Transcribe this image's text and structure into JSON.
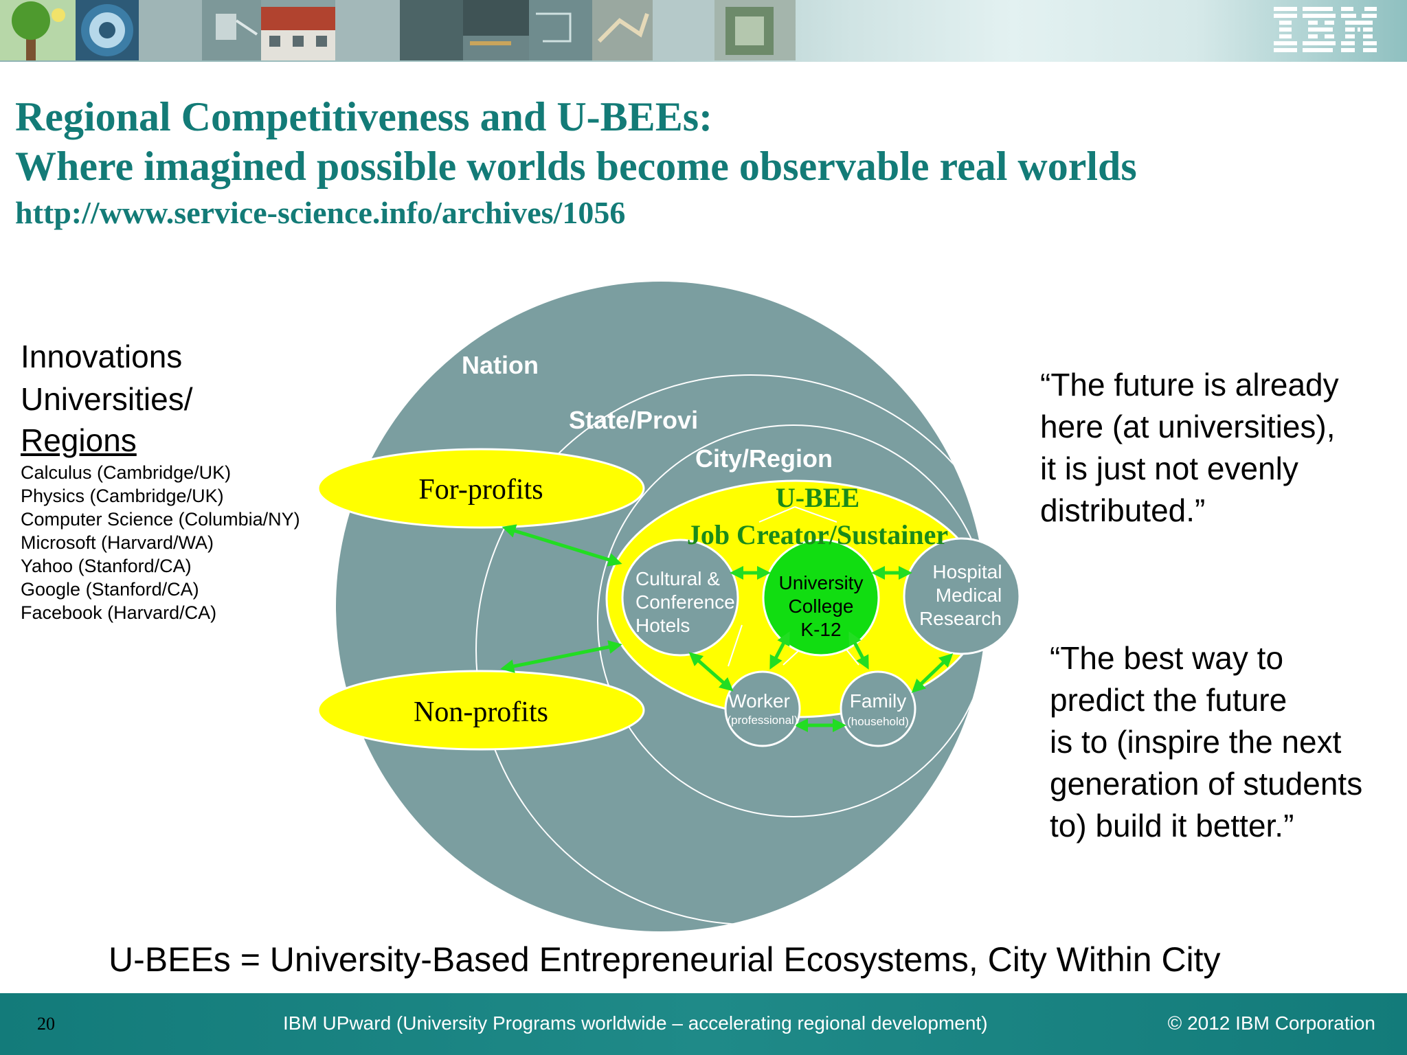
{
  "header": {
    "logo_text": "IBM"
  },
  "title": {
    "line1": "Regional Competitiveness and U-BEEs:",
    "line2": "Where imagined possible worlds become observable real worlds",
    "url": "http://www.service-science.info/archives/1056"
  },
  "left_panel": {
    "heading_line1": "Innovations",
    "heading_line2": "Universities/",
    "heading_line3": "Regions",
    "items": [
      "Calculus (Cambridge/UK)",
      "Physics (Cambridge/UK)",
      "Computer Science (Columbia/NY)",
      "Microsoft (Harvard/WA)",
      "Yahoo (Stanford/CA)",
      "Google (Stanford/CA)",
      "Facebook (Harvard/CA)"
    ]
  },
  "diagram": {
    "nation": "Nation",
    "state": "State/Provi",
    "city": "City/Region",
    "ubee_title": "U-BEE",
    "ubee_subtitle": "Job Creator/Sustainer",
    "for_profits": "For-profits",
    "non_profits": "Non-profits",
    "cultural": [
      "Cultural &",
      "Conference",
      "Hotels"
    ],
    "university": [
      "University",
      "College",
      "K-12"
    ],
    "hospital": [
      "Hospital",
      "Medical",
      "Research"
    ],
    "worker": "Worker",
    "worker_sub": "(professional)",
    "family": "Family",
    "family_sub": "(household)"
  },
  "quotes": {
    "q1": [
      "“The future is already",
      "here (at universities),",
      "it is just not evenly",
      "distributed.”"
    ],
    "q2": [
      "“The best way to",
      "predict the future",
      "is to (inspire the next",
      "generation of students",
      "to) build it better.”"
    ]
  },
  "caption": "U-BEEs = University-Based Entrepreneurial Ecosystems, City Within City",
  "footer": {
    "page_number": "20",
    "center": "IBM UPward (University Programs worldwide – accelerating regional development)",
    "copyright": "© 2012 IBM Corporation"
  },
  "colors": {
    "title": "#137b77",
    "circle_fill": "#7b9ea0",
    "ellipse_yellow": "#ffff00",
    "university_green": "#11dd11",
    "arrow_green": "#22dd22",
    "footer": "#137b7a"
  }
}
